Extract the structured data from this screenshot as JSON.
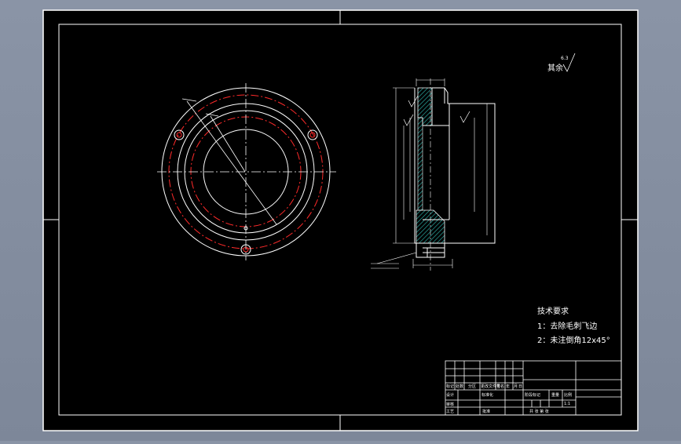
{
  "colors": {
    "background": "#000000",
    "frame": "#ffffff",
    "centerline": "#ff2a2a",
    "hatch": "#2aa8a0",
    "app_bg": "#8a94a6"
  },
  "roughness": {
    "label": "其余",
    "value": "6.3"
  },
  "tech_requirements": {
    "title": "技术要求",
    "items": [
      "1：去除毛刺飞边",
      "2：未注倒角12x45°"
    ]
  },
  "title_block": {
    "row_header": [
      "标记",
      "处数",
      "分区",
      "更改文件号",
      "签名",
      "年",
      "月",
      "日"
    ],
    "design": "设计",
    "standardize": "标准化",
    "review": "审核",
    "process": "工艺",
    "approve": "批准",
    "stage_mark": "阶段标记",
    "weight": "重量",
    "scale": "比例",
    "scale_value": "1:1",
    "sheet_info": "共  张  第  张"
  }
}
